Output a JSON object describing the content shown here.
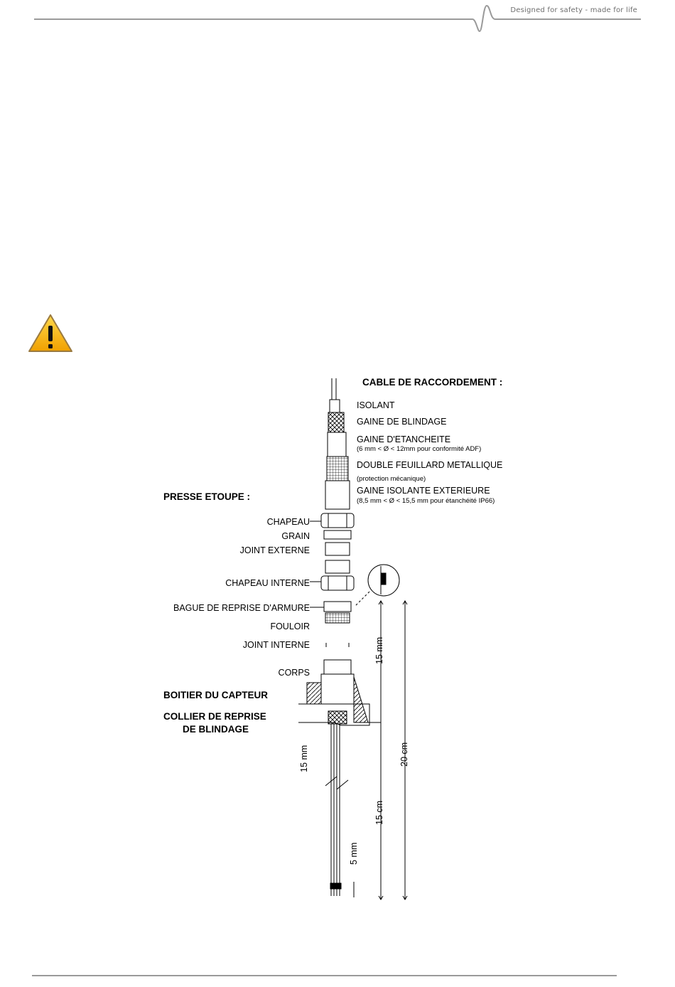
{
  "header": {
    "tagline": "Designed for safety - made for life",
    "line_color": "#9a9a9a"
  },
  "warning": {
    "icon": "warning-icon",
    "color": "#f2a900"
  },
  "diagram": {
    "cable_title": "CABLE DE RACCORDEMENT :",
    "cable_labels": {
      "isolant": "ISOLANT",
      "gaine_blindage": "GAINE DE BLINDAGE",
      "gaine_etancheite": "GAINE D'ETANCHEITE",
      "gaine_etancheite_note": "(6 mm < Ø < 12mm pour conformité ADF)",
      "double_feuillard": "DOUBLE FEUILLARD METALLIQUE",
      "double_feuillard_note": "(protection mécanique)",
      "gaine_isolante": "GAINE ISOLANTE EXTERIEURE",
      "gaine_isolante_note": "(8,5 mm < Ø < 15,5 mm pour étanchéité IP66)"
    },
    "presse_title": "PRESSE ETOUPE :",
    "presse_labels": {
      "chapeau": "CHAPEAU",
      "grain": "GRAIN",
      "joint_externe": "JOINT EXTERNE",
      "chapeau_interne": "CHAPEAU INTERNE",
      "bague": "BAGUE DE REPRISE D'ARMURE",
      "fouloir": "FOULOIR",
      "joint_interne": "JOINT INTERNE",
      "corps": "CORPS"
    },
    "boitier": "BOITIER DU CAPTEUR",
    "collier_1": "COLLIER DE REPRISE",
    "collier_2": "DE BLINDAGE",
    "dimensions": {
      "d15mm_upper": "15 mm",
      "d15mm_lower": "15 mm",
      "d20cm": "20 cm",
      "d15cm": "15 cm",
      "d5mm": "5 mm"
    }
  }
}
